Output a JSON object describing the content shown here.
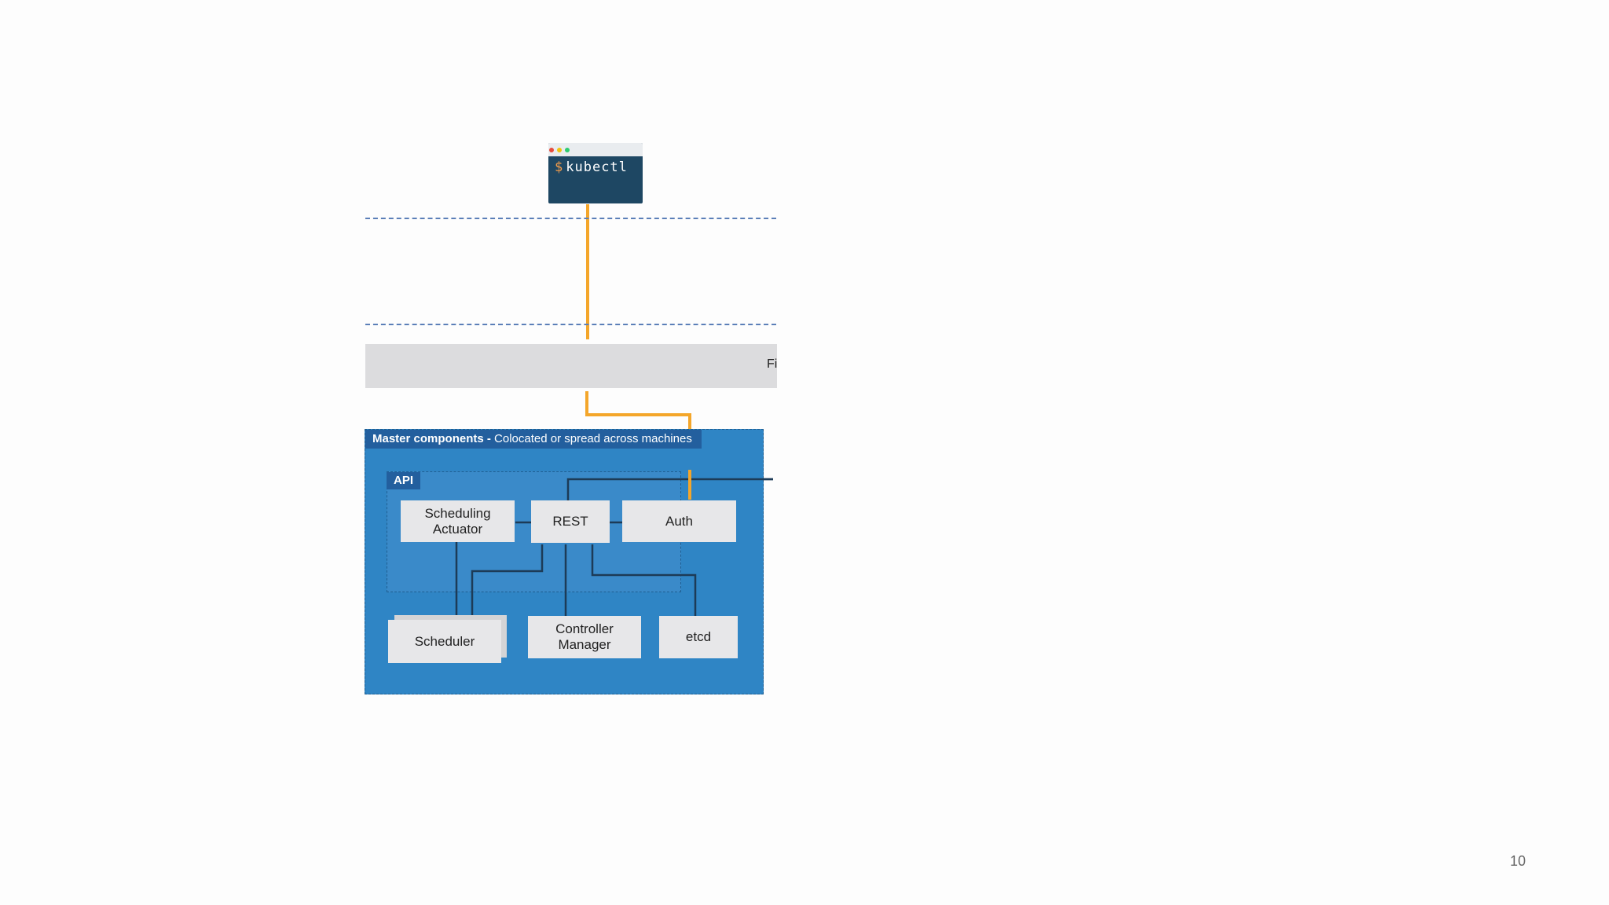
{
  "terminal": {
    "prompt": "$",
    "command": "kubectl",
    "dot_colors": [
      "#e74c3c",
      "#f1c40f",
      "#2ecc71"
    ]
  },
  "firewall": {
    "label": "Fi"
  },
  "master": {
    "title_bold": "Master components -",
    "title_rest": " Colocated or spread across machines",
    "api_label": "API"
  },
  "components": {
    "scheduling_actuator": "Scheduling Actuator",
    "rest": "REST",
    "auth": "Auth",
    "scheduler": "Scheduler",
    "controller_manager": "Controller Manager",
    "etcd": "etcd"
  },
  "colors": {
    "request_path": "#f4a62a",
    "connector": "#1d3b57",
    "master_bg": "#2f85c5",
    "title_bg": "#235f9e"
  },
  "page_number": "10"
}
